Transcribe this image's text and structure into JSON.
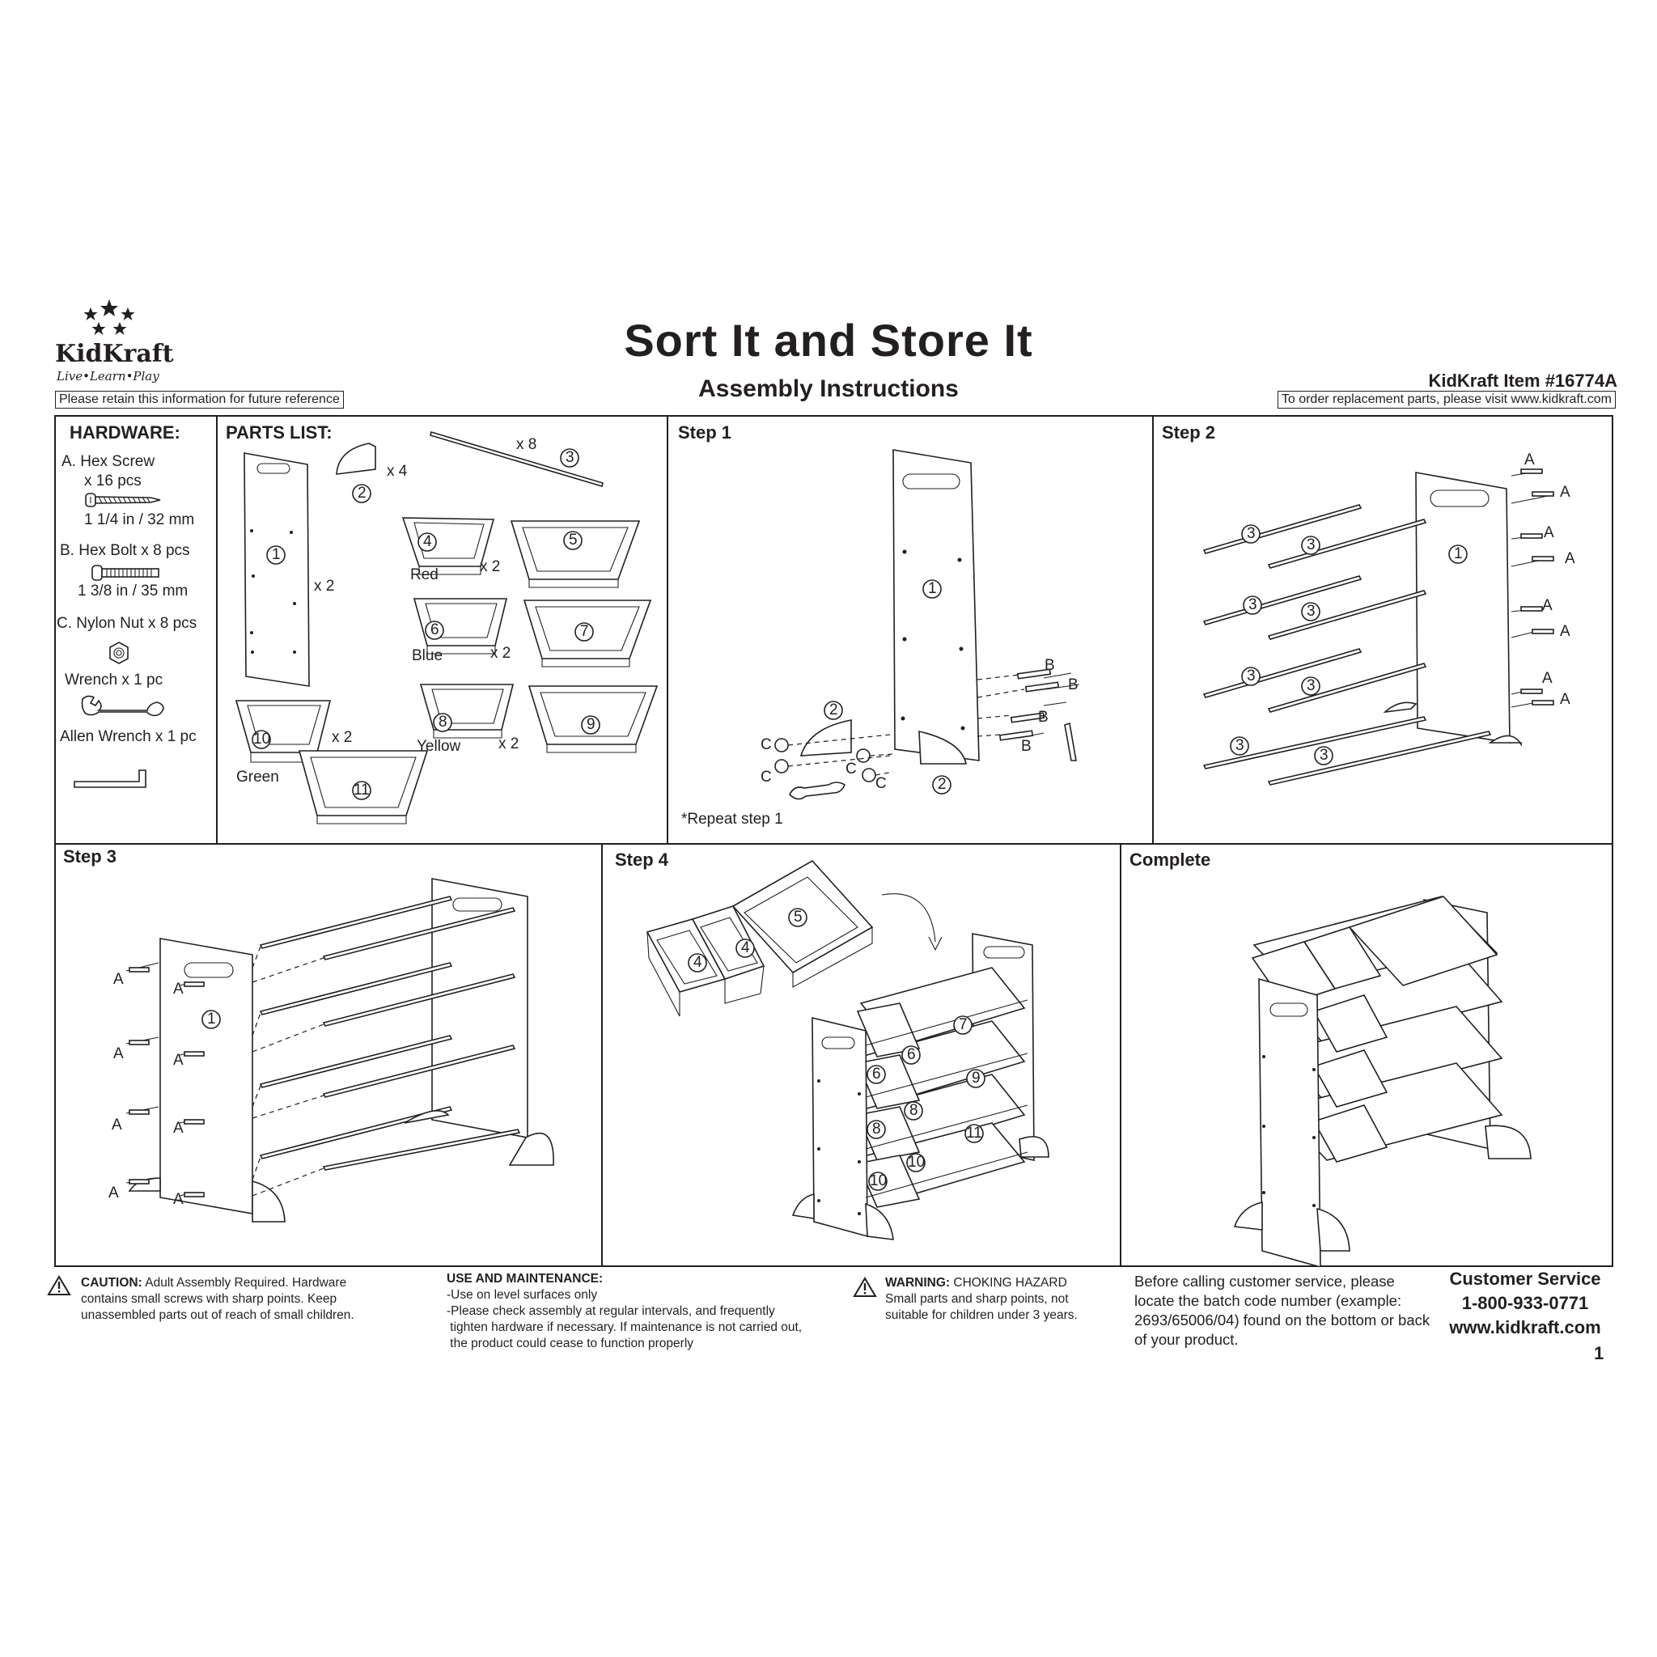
{
  "header": {
    "logo_name": "KidKraft",
    "logo_tagline": "Live•Learn•Play",
    "retain_note": "Please retain this information for future reference",
    "title": "Sort It and Store It",
    "subtitle": "Assembly Instructions",
    "item_number": "KidKraft Item #16774A",
    "replacement_note": "To order replacement parts, please visit www.kidkraft.com"
  },
  "hardware": {
    "heading": "HARDWARE:",
    "hex_screw": {
      "name": "A. Hex Screw",
      "qty": "x 16 pcs",
      "size": "1 1/4 in / 32 mm"
    },
    "hex_bolt": {
      "name": "B. Hex Bolt x 8 pcs",
      "size": "1 3/8 in / 35 mm"
    },
    "nylon_nut": "C. Nylon Nut x 8 pcs",
    "wrench": "Wrench x 1 pc",
    "allen_wrench": "Allen Wrench x 1 pc"
  },
  "parts": {
    "heading": "PARTS LIST:",
    "qty_panel": "x 2",
    "qty_bracket": "x 4",
    "qty_rod": "x 8",
    "qty_red": "x 2",
    "qty_blue": "x 2",
    "qty_yellow": "x 2",
    "qty_green": "x 2",
    "red": "Red",
    "blue": "Blue",
    "yellow": "Yellow",
    "green": "Green",
    "numbers": [
      "1",
      "2",
      "3",
      "4",
      "5",
      "6",
      "7",
      "8",
      "9",
      "10",
      "11"
    ]
  },
  "steps": {
    "step1": "Step 1",
    "step1_note": "*Repeat step 1",
    "step2": "Step 2",
    "step3": "Step 3",
    "step4": "Step 4",
    "complete": "Complete",
    "letters": {
      "a": "A",
      "b": "B",
      "c": "C"
    }
  },
  "footer": {
    "caution_label": "CAUTION:",
    "caution_text": "Adult Assembly Required. Hardware contains small screws with sharp points. Keep unassembled parts out of reach of small children.",
    "use_heading": "USE AND MAINTENANCE:",
    "use_line1": "-Use on level surfaces only",
    "use_line2": "-Please check assembly at regular intervals, and frequently",
    "use_line3": " tighten hardware if necessary. If maintenance is not carried out,",
    "use_line4": " the product could cease to function properly",
    "warning_label": "WARNING:",
    "warning_title": "CHOKING HAZARD",
    "warning_text": "Small parts and sharp points, not suitable for children under 3 years.",
    "batch_note": "Before calling customer service, please locate the batch code number (example: 2693/65006/04) found on the bottom or back of your product.",
    "cs_title": "Customer Service",
    "cs_phone": "1-800-933-0771",
    "cs_web": "www.kidkraft.com",
    "page_number": "1"
  }
}
